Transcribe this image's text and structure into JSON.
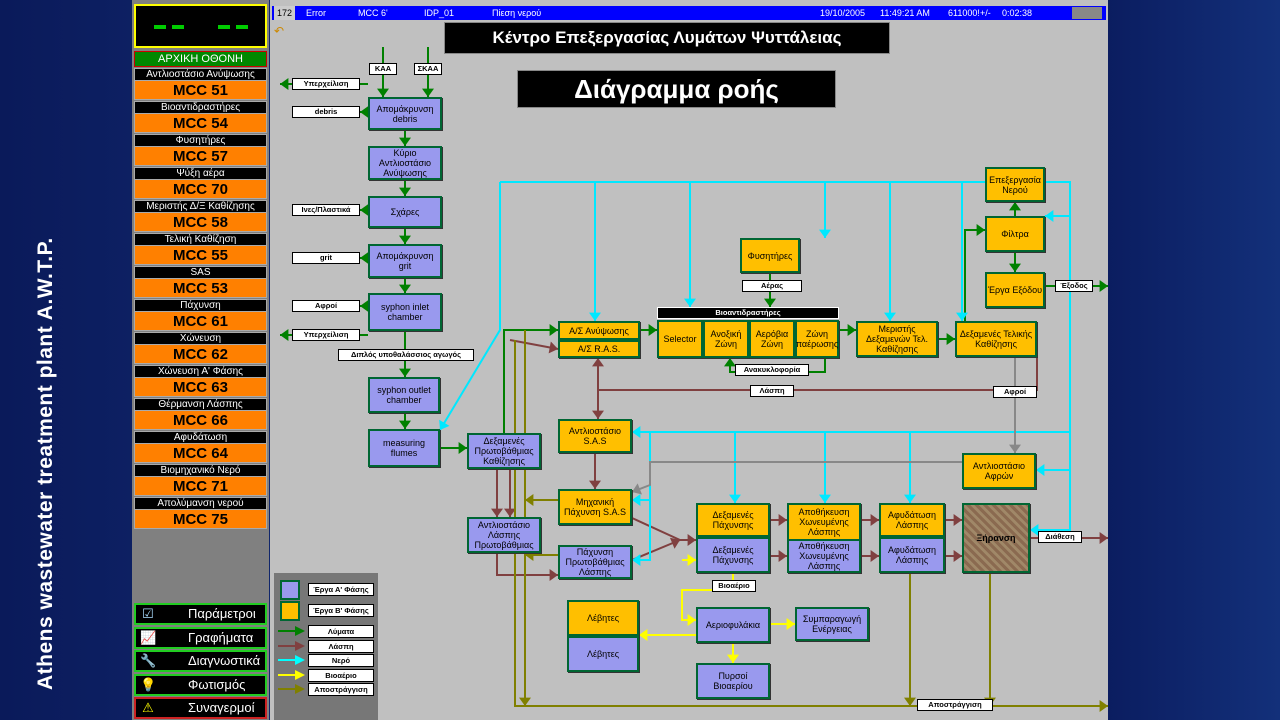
{
  "side_title": "Athens wastewater treatment plant A.W.T.P.",
  "status": {
    "id": "172",
    "type": "Error",
    "mcc": "MCC 6'",
    "tag": "IDP_01",
    "desc": "Πίεση νερού",
    "date": "19/10/2005",
    "time": "11:49:21 AM",
    "value": "611000!",
    "sign": "+/-",
    "duration": "0:02:38"
  },
  "sidebar": {
    "home": "ΑΡΧΙΚΗ ΟΘΟΝΗ",
    "mcc": [
      {
        "label": "Αντλιοστάσιο Ανύψωσης",
        "code": "MCC 51"
      },
      {
        "label": "Βιοαντιδραστήρες",
        "code": "MCC 54"
      },
      {
        "label": "Φυσητήρες",
        "code": "MCC 57"
      },
      {
        "label": "Ψύξη αέρα",
        "code": "MCC 70"
      },
      {
        "label": "Μεριστής Δ/Ξ Καθίζησης",
        "code": "MCC 58"
      },
      {
        "label": "Τελική Καθίζηση",
        "code": "MCC 55"
      },
      {
        "label": "SAS",
        "code": "MCC 53"
      },
      {
        "label": "Πάχυνση",
        "code": "MCC 61"
      },
      {
        "label": "Χώνευση",
        "code": "MCC 62"
      },
      {
        "label": "Χώνευση Α' Φάσης",
        "code": "MCC 63"
      },
      {
        "label": "Θέρμανση Λάσπης",
        "code": "MCC 66"
      },
      {
        "label": "Αφυδάτωση",
        "code": "MCC 64"
      },
      {
        "label": "Βιομηχανικό Νερό",
        "code": "MCC 71"
      },
      {
        "label": "Απολύμανση νερού",
        "code": "MCC 75"
      }
    ],
    "nav": [
      {
        "label": "Παράμετροι",
        "icon": "checklist-icon"
      },
      {
        "label": "Γραφήματα",
        "icon": "chart-icon"
      },
      {
        "label": "Διαγνωστικά",
        "icon": "tools-icon"
      },
      {
        "label": "Φωτισμός",
        "icon": "bulb-icon"
      },
      {
        "label": "Συναγερμοί",
        "icon": "warning-icon"
      }
    ]
  },
  "header": {
    "title": "Κέντρο Επεξεργασίας Λυμάτων Ψυττάλειας",
    "subtitle": "Διάγραμμα ροής"
  },
  "boxes": [
    {
      "id": "debris",
      "text": "Απομάκρυνση debris",
      "phase": "A"
    },
    {
      "id": "main-pump",
      "text": "Κύριο Αντλιοστάσιο Ανύψωσης",
      "phase": "A"
    },
    {
      "id": "screens",
      "text": "Σχάρες",
      "phase": "A"
    },
    {
      "id": "grit",
      "text": "Απομάκρυνση grit",
      "phase": "A"
    },
    {
      "id": "syphon-in",
      "text": "syphon inlet chamber",
      "phase": "A"
    },
    {
      "id": "syphon-out",
      "text": "syphon outlet chamber",
      "phase": "A"
    },
    {
      "id": "flumes",
      "text": "measuring flumes",
      "phase": "A"
    },
    {
      "id": "primary",
      "text": "Δεξαμενές Πρωτοβάθμιας Καθίζησης",
      "phase": "A"
    },
    {
      "id": "primary-sludge-pump",
      "text": "Αντλιοστάσιο Λάσπης Πρωτοβάθμιας",
      "phase": "A"
    },
    {
      "id": "lift",
      "text": "Α/Σ Ανύψωσης",
      "phase": "B"
    },
    {
      "id": "ras",
      "text": "Α/Σ R.A.S.",
      "phase": "B"
    },
    {
      "id": "selector",
      "text": "Selector",
      "phase": "B"
    },
    {
      "id": "anoxic",
      "text": "Ανοξική Ζώνη",
      "phase": "B"
    },
    {
      "id": "aerobic",
      "text": "Αερόβια Ζώνη",
      "phase": "B"
    },
    {
      "id": "deaeration",
      "text": "Ζώνη παέρωσης",
      "phase": "B"
    },
    {
      "id": "blowers",
      "text": "Φυσητήρες",
      "phase": "B"
    },
    {
      "id": "splitter",
      "text": "Μεριστής Δεξαμενών Τελ. Καθίζησης",
      "phase": "B"
    },
    {
      "id": "final",
      "text": "Δεξαμενές Τελικής Καθίζησης",
      "phase": "B"
    },
    {
      "id": "water-treat",
      "text": "Επεξεργασία Νερού",
      "phase": "B"
    },
    {
      "id": "filters",
      "text": "Φίλτρα",
      "phase": "B"
    },
    {
      "id": "outfall",
      "text": "Έργα Εξόδου",
      "phase": "B"
    },
    {
      "id": "sas-pump",
      "text": "Αντλιοστάσιο S.A.S",
      "phase": "B"
    },
    {
      "id": "mech-thick",
      "text": "Μηχανική Πάχυνση S.A.S",
      "phase": "B"
    },
    {
      "id": "primary-thick",
      "text": "Πάχυνση Πρωτοβάθμιας Λάσπης",
      "phase": "A"
    },
    {
      "id": "scum-pump",
      "text": "Αντλιοστάσιο Αφρών",
      "phase": "B"
    },
    {
      "id": "thick-b",
      "text": "Δεξαμενές Πάχυνσης",
      "phase": "B"
    },
    {
      "id": "thick-a",
      "text": "Δεξαμενές Πάχυνσης",
      "phase": "A"
    },
    {
      "id": "digest-b",
      "text": "Αποθήκευση Χωνευμένης Λάσπης",
      "phase": "B"
    },
    {
      "id": "digest-a",
      "text": "Αποθήκευση Χωνευμένης Λάσπης",
      "phase": "A"
    },
    {
      "id": "dewater-b",
      "text": "Αφυδάτωση Λάσπης",
      "phase": "B"
    },
    {
      "id": "dewater-a",
      "text": "Αφυδάτωση Λάσπης",
      "phase": "A"
    },
    {
      "id": "drying",
      "text": "Ξήρανση",
      "phase": "C"
    },
    {
      "id": "boilers-b",
      "text": "Λέβητες",
      "phase": "B"
    },
    {
      "id": "boilers-a",
      "text": "Λέβητες",
      "phase": "A"
    },
    {
      "id": "gasholder",
      "text": "Αεριοφυλάκια",
      "phase": "A"
    },
    {
      "id": "chp",
      "text": "Συμπαραγωγή Ενέργειας",
      "phase": "A"
    },
    {
      "id": "flares",
      "text": "Πυρσοί Βιοαερίου",
      "phase": "A"
    }
  ],
  "bioreactor_header": "Βιοαντιδραστήρες",
  "labels": [
    "ΚΑΑ",
    "ΣΚΑΑ",
    "Υπερχείλιση",
    "debris",
    "Ινες/Πλαστικά",
    "grit",
    "Αφροί",
    "Υπερχείλιση",
    "Διπλός υποθαλάσσιος αγωγός",
    "Αέρας",
    "Ανακυκλοφορία",
    "Λάσπη",
    "Αφροί",
    "Έξοδος",
    "Διάθεση",
    "Βιοαέριο",
    "Αποστράγγιση"
  ],
  "legend": {
    "phase_a": "Έργα Α' Φάσης",
    "phase_b": "Έργα Β' Φάσης",
    "flows": [
      {
        "label": "Λύματα",
        "color": "#008000"
      },
      {
        "label": "Λάσπη",
        "color": "#804040"
      },
      {
        "label": "Νερό",
        "color": "#00ffff"
      },
      {
        "label": "Βιοαέριο",
        "color": "#ffff00"
      },
      {
        "label": "Αποστράγγιση",
        "color": "#808000"
      }
    ]
  },
  "colors": {
    "phase_a": "#9999ee",
    "phase_b": "#ffbf00",
    "alarm_bar": "#0000ff"
  }
}
